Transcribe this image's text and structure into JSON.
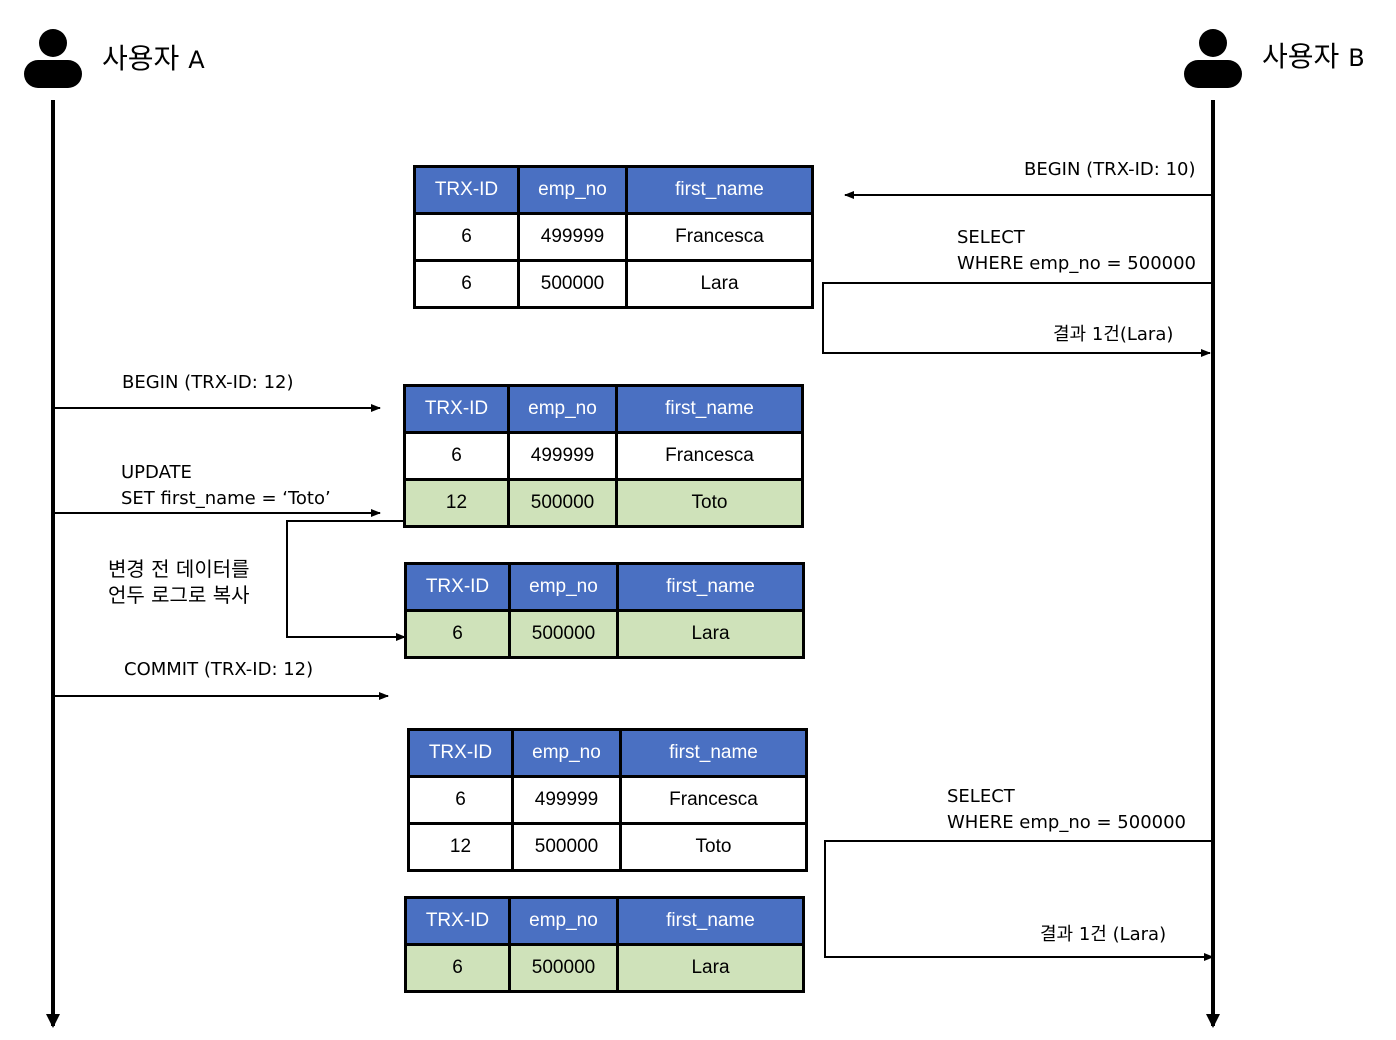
{
  "users": {
    "a": {
      "name": "사용자",
      "letter": "A",
      "icon": "person-icon"
    },
    "b": {
      "name": "사용자",
      "letter": "B",
      "icon": "person-icon"
    }
  },
  "columns": [
    "TRX-ID",
    "emp_no",
    "first_name"
  ],
  "tables": {
    "t1": [
      {
        "trx_id": "6",
        "emp_no": "499999",
        "first_name": "Francesca",
        "highlight": false
      },
      {
        "trx_id": "6",
        "emp_no": "500000",
        "first_name": "Lara",
        "highlight": false
      }
    ],
    "t2": [
      {
        "trx_id": "6",
        "emp_no": "499999",
        "first_name": "Francesca",
        "highlight": false
      },
      {
        "trx_id": "12",
        "emp_no": "500000",
        "first_name": "Toto",
        "highlight": true
      }
    ],
    "t3": [
      {
        "trx_id": "6",
        "emp_no": "500000",
        "first_name": "Lara",
        "highlight": true
      }
    ],
    "t4": [
      {
        "trx_id": "6",
        "emp_no": "499999",
        "first_name": "Francesca",
        "highlight": false
      },
      {
        "trx_id": "12",
        "emp_no": "500000",
        "first_name": "Toto",
        "highlight": false
      }
    ],
    "t5": [
      {
        "trx_id": "6",
        "emp_no": "500000",
        "first_name": "Lara",
        "highlight": true
      }
    ]
  },
  "labels": {
    "b_begin": "BEGIN (TRX-ID: 10)",
    "b_select1_l1": "SELECT",
    "b_select1_l2": "WHERE emp_no = 500000",
    "b_result1": "결과 1건(Lara)",
    "a_begin": "BEGIN (TRX-ID: 12)",
    "a_update_l1": "UPDATE",
    "a_update_l2": "SET first_name = ‘Toto’",
    "undo_l1": "변경 전 데이터를",
    "undo_l2": "언두 로그로 복사",
    "a_commit": "COMMIT (TRX-ID: 12)",
    "b_select2_l1": "SELECT",
    "b_select2_l2": "WHERE emp_no = 500000",
    "b_result2": "결과 1건 (Lara)"
  },
  "colors": {
    "header": "#4a70c2",
    "highlight_row": "#cfe2ba",
    "line": "#000000"
  }
}
